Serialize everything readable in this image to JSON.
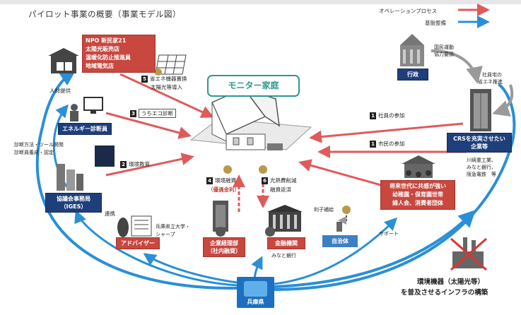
{
  "title": "パイロット事業の概要（事業モデル図）",
  "legend": {
    "operation": "オペレーションプロセス",
    "infrastructure": "基盤整備",
    "operation_color": "#e05a5a",
    "infrastructure_color": "#2a8fd6"
  },
  "center": {
    "label": "モニター家庭"
  },
  "npo": {
    "lines": [
      "NPO 新民家21",
      "太陽光販売店",
      "温暖化防止推進員",
      "地域電気店"
    ]
  },
  "energy_advisor": {
    "label": "エネルギー診断員"
  },
  "iges": {
    "line1": "協議会事務局",
    "line2": "（IGES）"
  },
  "adviser": {
    "label": "アドバイザー"
  },
  "company_finance": {
    "line1": "企業経理部",
    "line2": "（社内融資）"
  },
  "bank": {
    "label": "金融機関"
  },
  "local_gov": {
    "label": "自治体"
  },
  "gyosei": {
    "label": "行政"
  },
  "csr": {
    "line1": "CRSを充実させたい",
    "line2": "企業等"
  },
  "kids": {
    "line1": "将来世代に共感が強い",
    "line2": "幼稚園・保育園世帯",
    "line3": "婦人会、消費者団体"
  },
  "hyogo": {
    "label": "兵庫県"
  },
  "steps": {
    "s1a": {
      "num": "1",
      "text": "社員の参加"
    },
    "s1b": {
      "num": "1",
      "text": "市民の参加"
    },
    "s2": {
      "num": "2",
      "text": "環境教育"
    },
    "s3": {
      "num": "3",
      "text": "うちエコ診断"
    },
    "s4": {
      "num": "4",
      "text": "環境融資",
      "sub": "（優遇金利）"
    },
    "s5": {
      "num": "5",
      "line1": "省エネ機器置換",
      "line2": "太陽光等導入"
    },
    "s6": {
      "num": "6",
      "line1": "光熱費削減",
      "line2": "融資返済"
    }
  },
  "labels": {
    "jinzai": "人材提供",
    "shindan1": "診断方法・ツール開発",
    "shindan2": "診断員養成・認定",
    "renkei": "連携",
    "hyogo_univ1": "兵庫県立大学・",
    "hyogo_univ2": "シャープ",
    "rishi": "利子補給",
    "minato": "みなと銀行",
    "support": "サポート",
    "kokumin1": "国民運動",
    "kokumin2": "協力要請",
    "shataku1": "社員宅の",
    "shataku2": "省エネ推進",
    "companies1": "川崎重工業、",
    "companies2": "みなと銀行、",
    "companies3": "阪急電鉄　等",
    "infra1": "環境機器（太陽光等）",
    "infra2": "を普及させるインフラの構築"
  }
}
